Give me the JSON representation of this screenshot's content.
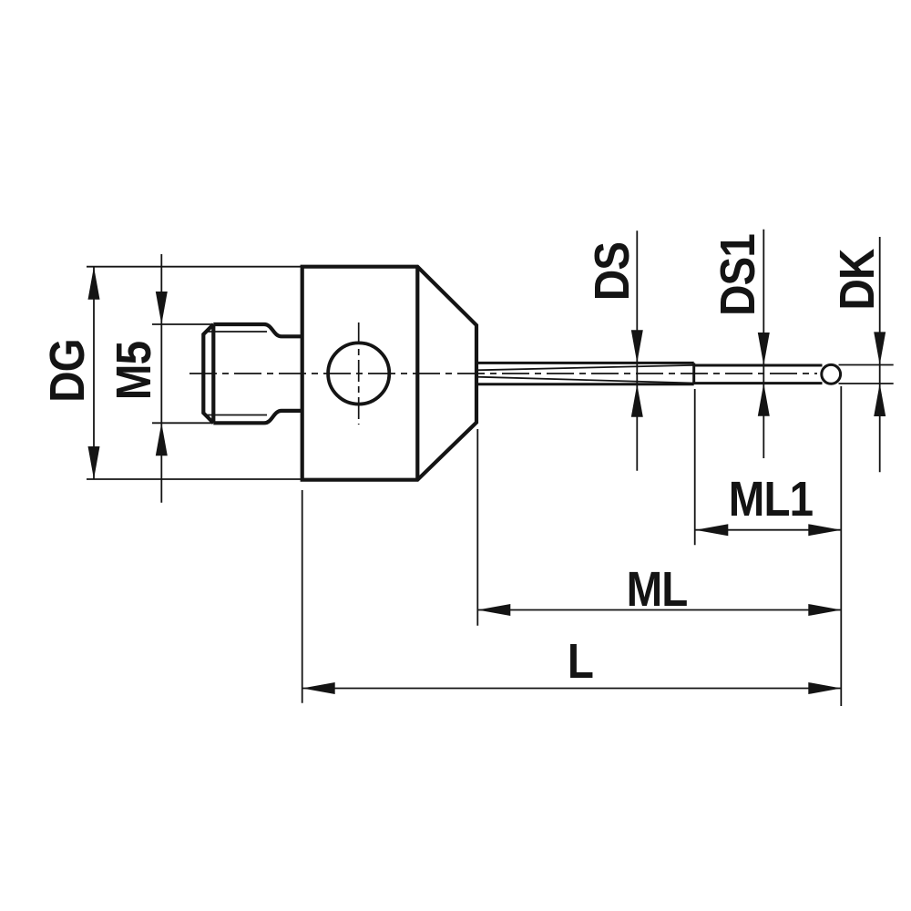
{
  "drawing": {
    "labels": {
      "dg": "DG",
      "m5": "M5",
      "ds": "DS",
      "ds1": "DS1",
      "dk": "DK",
      "ml1": "ML1",
      "ml": "ML",
      "l": "L"
    },
    "colors": {
      "line": "#141414",
      "background": "#ffffff"
    }
  }
}
